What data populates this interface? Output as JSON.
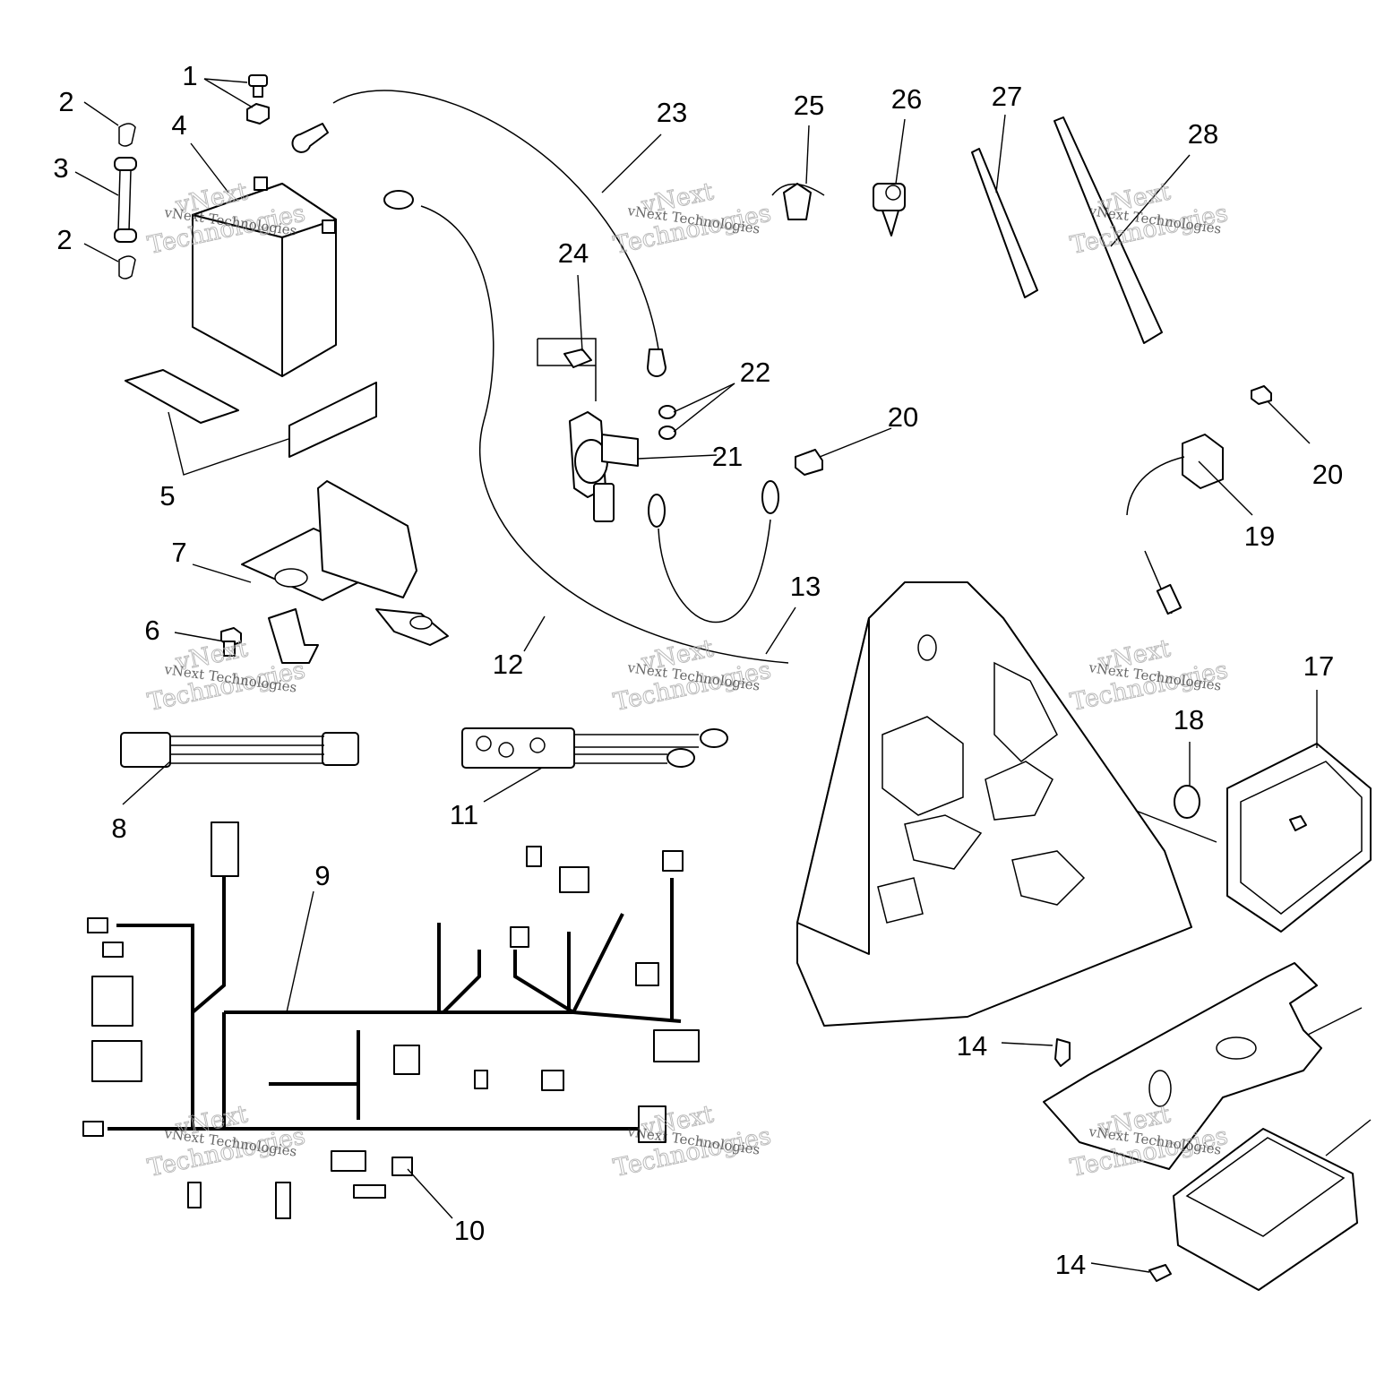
{
  "callouts": [
    {
      "id": "c1",
      "label": "1"
    },
    {
      "id": "c2a",
      "label": "2"
    },
    {
      "id": "c2b",
      "label": "2"
    },
    {
      "id": "c3",
      "label": "3"
    },
    {
      "id": "c4",
      "label": "4"
    },
    {
      "id": "c5",
      "label": "5"
    },
    {
      "id": "c6",
      "label": "6"
    },
    {
      "id": "c7",
      "label": "7"
    },
    {
      "id": "c8",
      "label": "8"
    },
    {
      "id": "c9",
      "label": "9"
    },
    {
      "id": "c10",
      "label": "10"
    },
    {
      "id": "c11",
      "label": "11"
    },
    {
      "id": "c12",
      "label": "12"
    },
    {
      "id": "c13",
      "label": "13"
    },
    {
      "id": "c14a",
      "label": "14"
    },
    {
      "id": "c14b",
      "label": "14"
    },
    {
      "id": "c17",
      "label": "17"
    },
    {
      "id": "c18",
      "label": "18"
    },
    {
      "id": "c19",
      "label": "19"
    },
    {
      "id": "c20a",
      "label": "20"
    },
    {
      "id": "c20b",
      "label": "20"
    },
    {
      "id": "c21",
      "label": "21"
    },
    {
      "id": "c22",
      "label": "22"
    },
    {
      "id": "c23",
      "label": "23"
    },
    {
      "id": "c24",
      "label": "24"
    },
    {
      "id": "c25",
      "label": "25"
    },
    {
      "id": "c26",
      "label": "26"
    },
    {
      "id": "c27",
      "label": "27"
    },
    {
      "id": "c28",
      "label": "28"
    }
  ],
  "watermark": {
    "line1": "vNext",
    "line2": "Technologies",
    "small": "vNext Technologies"
  }
}
